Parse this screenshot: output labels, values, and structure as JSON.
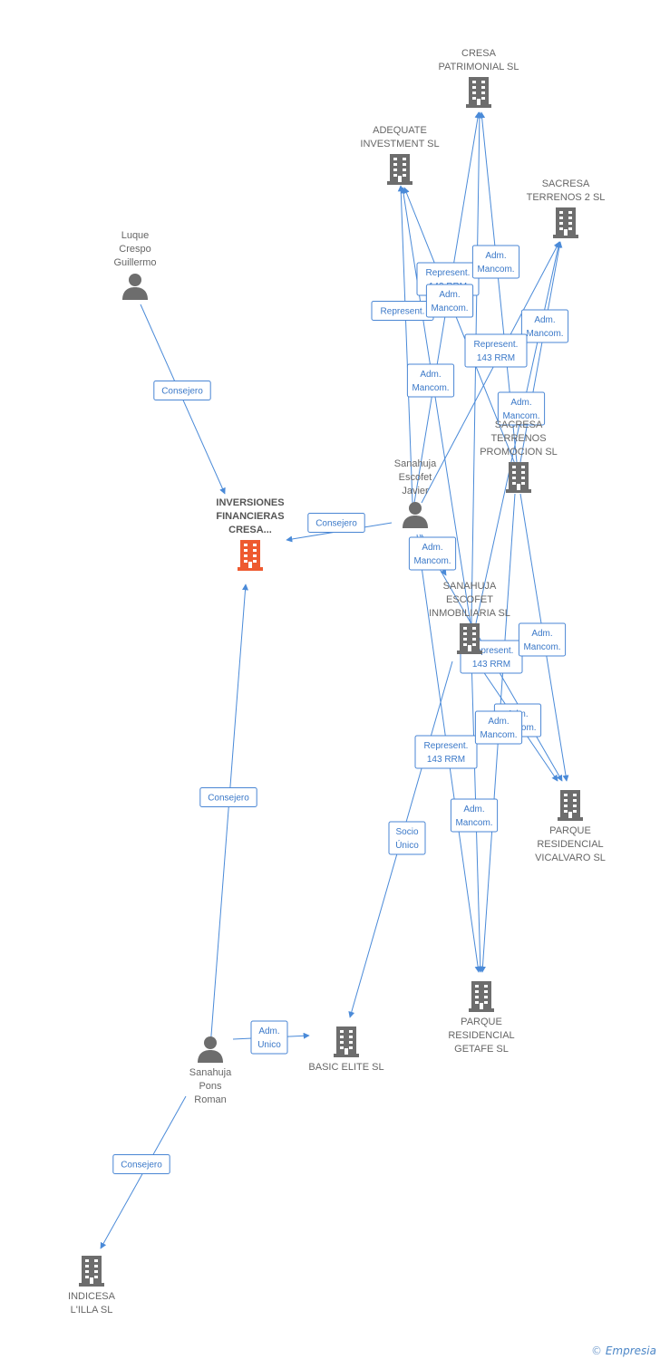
{
  "nodes": [
    {
      "id": "cresa_patrimonial",
      "type": "company",
      "label": [
        "CRESA",
        "PATRIMONIAL SL"
      ]
    },
    {
      "id": "adequate",
      "type": "company",
      "label": [
        "ADEQUATE",
        "INVESTMENT SL"
      ]
    },
    {
      "id": "sacresa2",
      "type": "company",
      "label": [
        "SACRESA",
        "TERRENOS 2 SL"
      ]
    },
    {
      "id": "luque",
      "type": "person",
      "label": [
        "Luque",
        "Crespo",
        "Guillermo"
      ]
    },
    {
      "id": "sacresa_promo",
      "type": "company",
      "label": [
        "SACRESA",
        "TERRENOS",
        "PROMOCION SL"
      ]
    },
    {
      "id": "sanahuja_javier",
      "type": "person",
      "label": [
        "Sanahuja",
        "Escofet",
        "Javier"
      ]
    },
    {
      "id": "inversiones",
      "type": "company_main",
      "label": [
        "INVERSIONES",
        "FINANCIERAS",
        "CRESA..."
      ]
    },
    {
      "id": "sanahuja_inmo",
      "type": "company",
      "label": [
        "SANAHUJA",
        "ESCOFET",
        "INMOBILIARIA SL"
      ]
    },
    {
      "id": "vicalvaro",
      "type": "company",
      "label": [
        "PARQUE",
        "RESIDENCIAL",
        "VICALVARO SL"
      ]
    },
    {
      "id": "getafe",
      "type": "company",
      "label": [
        "PARQUE",
        "RESIDENCIAL",
        "GETAFE SL"
      ]
    },
    {
      "id": "basic",
      "type": "company",
      "label": [
        "BASIC ELITE SL"
      ]
    },
    {
      "id": "sanahuja_roman",
      "type": "person",
      "label": [
        "Sanahuja",
        "Pons",
        "Roman"
      ]
    },
    {
      "id": "indicesa",
      "type": "company",
      "label": [
        "INDICESA",
        "L'ILLA SL"
      ]
    }
  ],
  "edges": [
    {
      "from": "luque",
      "to": "inversiones",
      "label": [
        "Consejero"
      ]
    },
    {
      "from": "sanahuja_javier",
      "to": "inversiones",
      "label": [
        "Consejero"
      ]
    },
    {
      "from": "sanahuja_roman",
      "to": "inversiones",
      "label": [
        "Consejero"
      ]
    },
    {
      "from": "sanahuja_roman",
      "to": "basic",
      "label": [
        "Adm.",
        "Unico"
      ]
    },
    {
      "from": "sanahuja_roman",
      "to": "indicesa",
      "label": [
        "Consejero"
      ]
    },
    {
      "from": "sanahuja_inmo",
      "to": "basic",
      "label": [
        "Socio",
        "Único"
      ]
    },
    {
      "from": "sanahuja_javier",
      "to": "adequate",
      "label": [
        "Adm.",
        "Mancom."
      ]
    },
    {
      "from": "sanahuja_javier",
      "to": "cresa_patrimonial",
      "label": [
        "Adm.",
        "Mancom."
      ]
    },
    {
      "from": "sanahuja_javier",
      "to": "sacresa2",
      "label": [
        "Adm.",
        "Mancom."
      ]
    },
    {
      "from": "sanahuja_javier",
      "to": "vicalvaro",
      "label": [
        "Adm.",
        "Mancom."
      ]
    },
    {
      "from": "sanahuja_javier",
      "to": "getafe",
      "label": [
        "Adm.",
        "Mancom."
      ]
    },
    {
      "from": "sanahuja_javier",
      "to": "sanahuja_inmo",
      "label": [
        "Adm.",
        "Mancom."
      ]
    },
    {
      "from": "sanahuja_inmo",
      "to": "adequate",
      "label": [
        "Represent."
      ]
    },
    {
      "from": "sanahuja_inmo",
      "to": "cresa_patrimonial",
      "label": [
        "Represent.",
        "143 RRM"
      ]
    },
    {
      "from": "sanahuja_inmo",
      "to": "sacresa2",
      "label": [
        "Represent.",
        "143 RRM"
      ]
    },
    {
      "from": "sanahuja_inmo",
      "to": "vicalvaro",
      "label": [
        "Represent.",
        "143 RRM"
      ]
    },
    {
      "from": "sanahuja_inmo",
      "to": "getafe",
      "label": [
        "Represent.",
        "143 RRM"
      ]
    },
    {
      "from": "sacresa_promo",
      "to": "adequate",
      "label": [
        "Adm.",
        "Mancom."
      ]
    },
    {
      "from": "sacresa_promo",
      "to": "cresa_patrimonial",
      "label": [
        "Adm.",
        "Mancom."
      ]
    },
    {
      "from": "sacresa_promo",
      "to": "sacresa2",
      "label": [
        "Adm.",
        "Mancom."
      ]
    },
    {
      "from": "sacresa_promo",
      "to": "vicalvaro",
      "label": [
        "Adm.",
        "Mancom."
      ]
    },
    {
      "from": "sacresa_promo",
      "to": "getafe",
      "label": [
        "Adm.",
        "Mancom."
      ]
    }
  ],
  "colors": {
    "edge": "#4a8ad8",
    "node_icon": "#6d6d6d",
    "main_icon": "#ee5a30",
    "edge_label_text": "#3a78c8"
  },
  "footer": {
    "copyright": "©",
    "brand": "Empresia"
  }
}
